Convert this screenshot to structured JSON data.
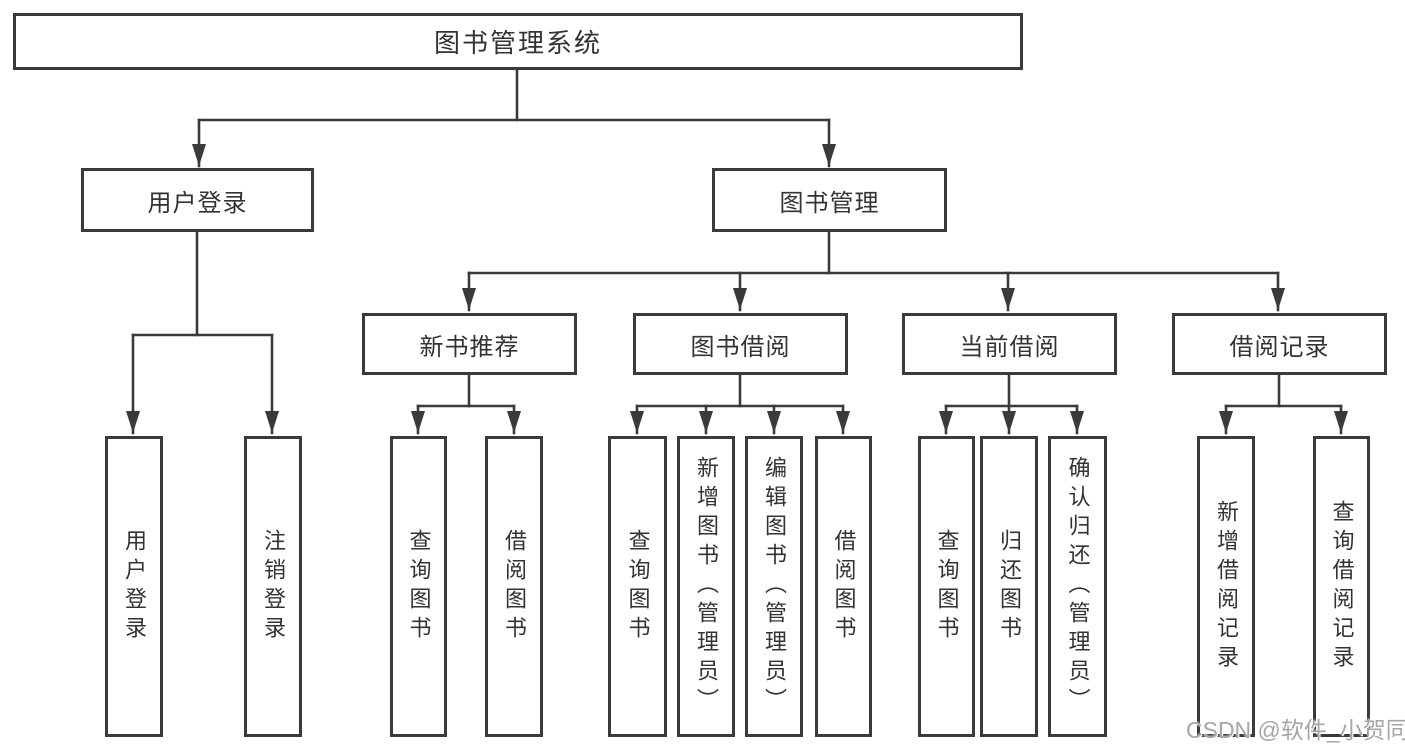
{
  "tree": {
    "label": "图书管理系统",
    "children": [
      {
        "label": "用户登录",
        "children": [
          {
            "label": "用户登录"
          },
          {
            "label": "注销登录"
          }
        ]
      },
      {
        "label": "图书管理",
        "children": [
          {
            "label": "新书推荐",
            "children": [
              {
                "label": "查询图书"
              },
              {
                "label": "借阅图书"
              }
            ]
          },
          {
            "label": "图书借阅",
            "children": [
              {
                "label": "查询图书"
              },
              {
                "label": "新增图书（管理员）"
              },
              {
                "label": "编辑图书（管理员）"
              },
              {
                "label": "借阅图书"
              }
            ]
          },
          {
            "label": "当前借阅",
            "children": [
              {
                "label": "查询图书"
              },
              {
                "label": "归还图书"
              },
              {
                "label": "确认归还（管理员）"
              }
            ]
          },
          {
            "label": "借阅记录",
            "children": [
              {
                "label": "新增借阅记录"
              },
              {
                "label": "查询借阅记录"
              }
            ]
          }
        ]
      }
    ]
  },
  "watermark": "CSDN @软件_小贺同学",
  "colors": {
    "line": "#3a3a3a",
    "box-border": "#3a3a3a",
    "text": "#333333",
    "watermark": "#a6a6a6",
    "background": "#ffffff"
  }
}
